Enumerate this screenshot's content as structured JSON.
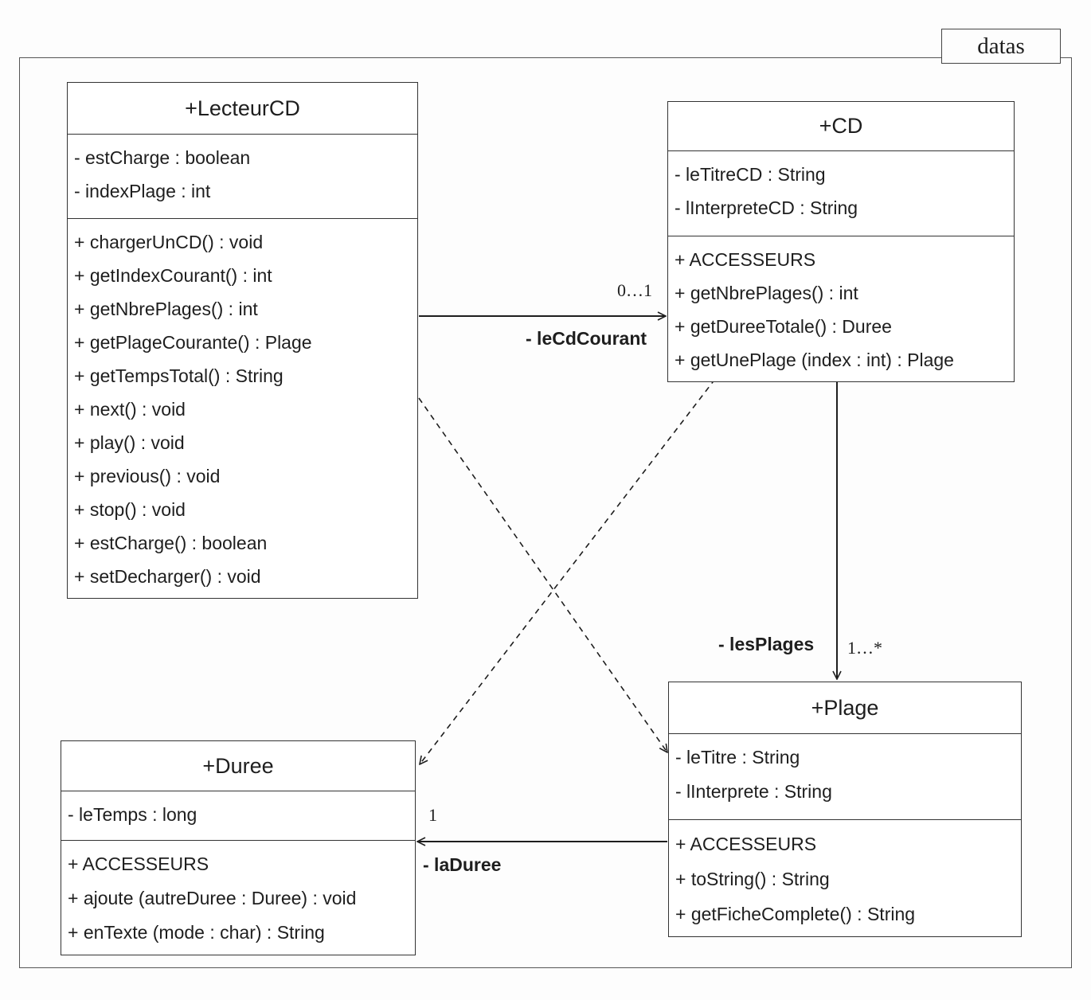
{
  "package": {
    "name": "datas"
  },
  "classes": {
    "lecteur": {
      "name": "+LecteurCD",
      "attributes": [
        "- estCharge : boolean",
        "- indexPlage : int"
      ],
      "operations": [
        "+ chargerUnCD() : void",
        "+ getIndexCourant() : int",
        "+ getNbrePlages() : int",
        "+ getPlageCourante() : Plage",
        "+ getTempsTotal() : String",
        "+ next() : void",
        "+ play() : void",
        "+ previous() : void",
        "+ stop() : void",
        "+ estCharge() : boolean",
        "+ setDecharger() : void"
      ]
    },
    "cd": {
      "name": "+CD",
      "attributes": [
        "- leTitreCD : String",
        "- lInterpreteCD : String"
      ],
      "operations": [
        "+ ACCESSEURS",
        "+ getNbrePlages() : int",
        "+ getDureeTotale() : Duree",
        "+ getUnePlage (index : int) : Plage"
      ]
    },
    "duree": {
      "name": "+Duree",
      "attributes": [
        "- leTemps : long"
      ],
      "operations": [
        "+ ACCESSEURS",
        "+ ajoute (autreDuree : Duree) : void",
        "+ enTexte (mode : char) : String"
      ]
    },
    "plage": {
      "name": "+Plage",
      "attributes": [
        "- leTitre : String",
        "- lInterprete : String"
      ],
      "operations": [
        "+ ACCESSEURS",
        "+ toString() : String",
        "+ getFicheComplete() : String"
      ]
    }
  },
  "associations": {
    "cdcourant": {
      "role": "- leCdCourant",
      "multiplicity": "0…1"
    },
    "plages": {
      "role": "- lesPlages",
      "multiplicity": "1…*"
    },
    "duree": {
      "role": "- laDuree",
      "multiplicity": "1"
    }
  },
  "colors": {
    "line": "#1e1e1e",
    "border": "#333333",
    "background": "#fdfdfd"
  }
}
